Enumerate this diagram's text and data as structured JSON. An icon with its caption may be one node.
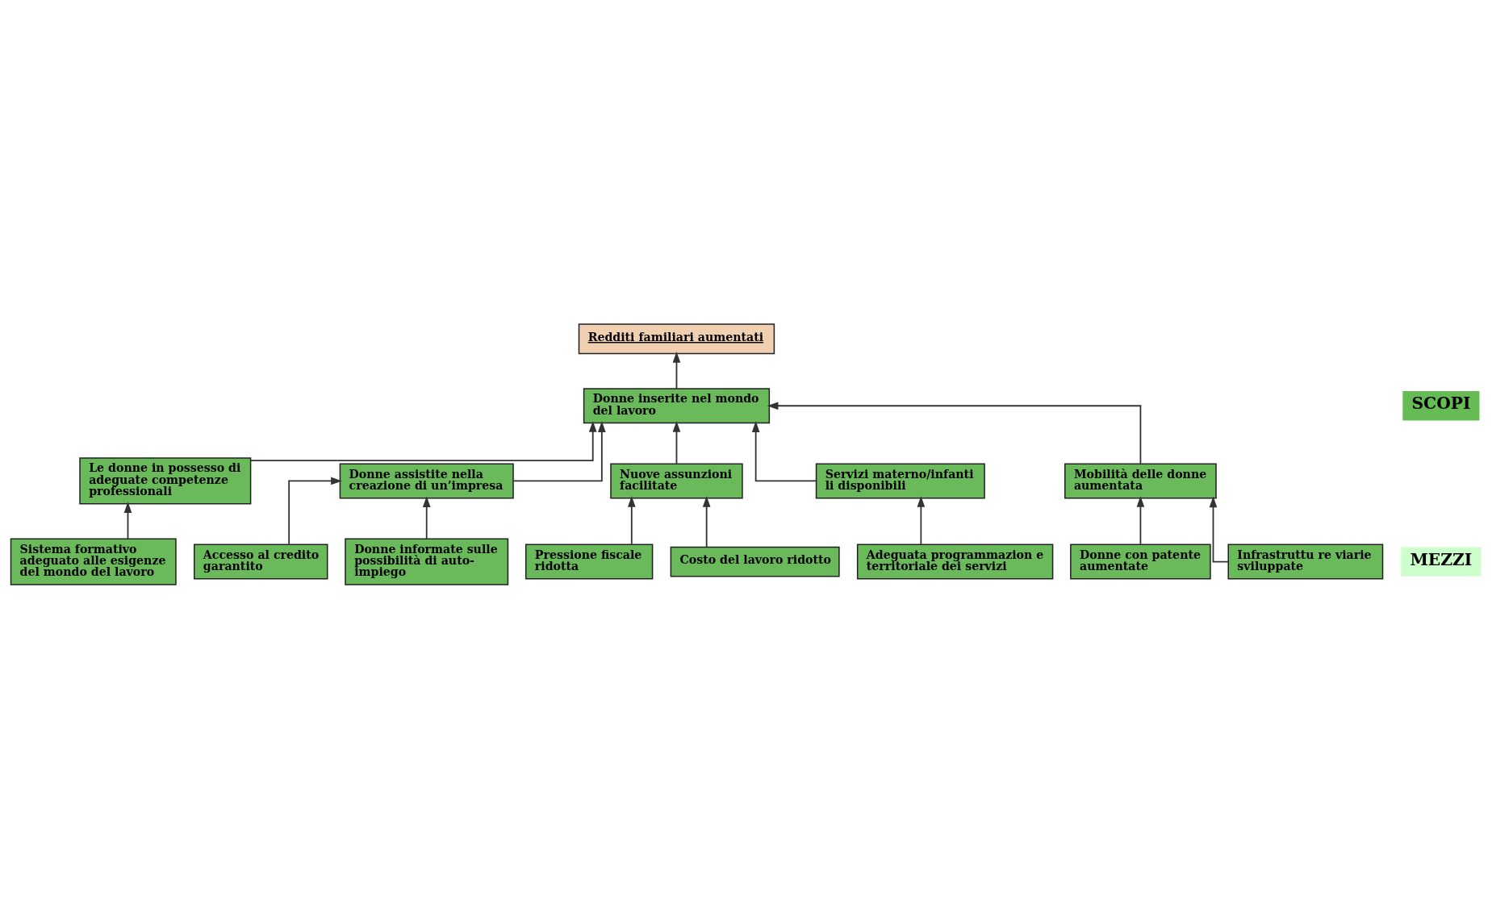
{
  "diagram": {
    "nodes": [
      {
        "text": [
          "Redditi familiari aumentati"
        ]
      },
      {
        "text": [
          "Donne inserite nel mondo del lavoro"
        ]
      },
      {
        "text": [
          "Le donne in possesso di adeguate competenze professionali"
        ]
      },
      {
        "text": [
          "Donne assistite nella creazione di un’impresa"
        ]
      },
      {
        "text": [
          "Nuove assunzioni facilitate"
        ]
      },
      {
        "text": [
          "Servizi materno/infanti li disponibili"
        ]
      },
      {
        "text": [
          "Mobilità delle donne aumentata"
        ]
      },
      {
        "text": [
          "Sistema formativo adeguato alle esigenze del mondo del lavoro"
        ]
      },
      {
        "text": [
          "Accesso al credito garantito"
        ]
      },
      {
        "text": [
          "Pressione fiscale ridotta"
        ]
      },
      {
        "text": [
          "Adeguata programmazion e territoriale dei servizi"
        ]
      },
      {
        "text": [
          "Donne con patente aumentate"
        ]
      },
      {
        "text": [
          "Donne informate sulle possibilità di auto-impiego"
        ]
      },
      {
        "text": [
          "Costo del lavoro ridotto"
        ]
      },
      {
        "text": [
          "Infrastruttu re viarie sviluppate"
        ]
      }
    ],
    "edges": [
      {
        "from": 1,
        "to": 0,
        "arrow": "to"
      },
      {
        "from": 2,
        "to": 1,
        "arrow": "to"
      },
      {
        "from": 3,
        "to": 1,
        "arrow": "to"
      },
      {
        "from": 4,
        "to": 1,
        "arrow": "to"
      },
      {
        "from": 5,
        "to": 1,
        "arrow": "to"
      },
      {
        "from": 6,
        "to": 1,
        "arrow": "to"
      },
      {
        "from": 7,
        "to": 2,
        "arrow": "to"
      },
      {
        "from": 8,
        "to": 3,
        "arrow": "to"
      },
      {
        "from": 12,
        "to": 3,
        "arrow": "to"
      },
      {
        "from": 9,
        "to": 4,
        "arrow": "to"
      },
      {
        "from": 13,
        "to": 4,
        "arrow": "to"
      },
      {
        "from": 10,
        "to": 5,
        "arrow": "to"
      },
      {
        "from": 11,
        "to": 6,
        "arrow": "to"
      },
      {
        "from": 14,
        "to": 6,
        "arrow": "to"
      }
    ],
    "labels": [
      "SCOPI",
      "MEZZI"
    ]
  }
}
